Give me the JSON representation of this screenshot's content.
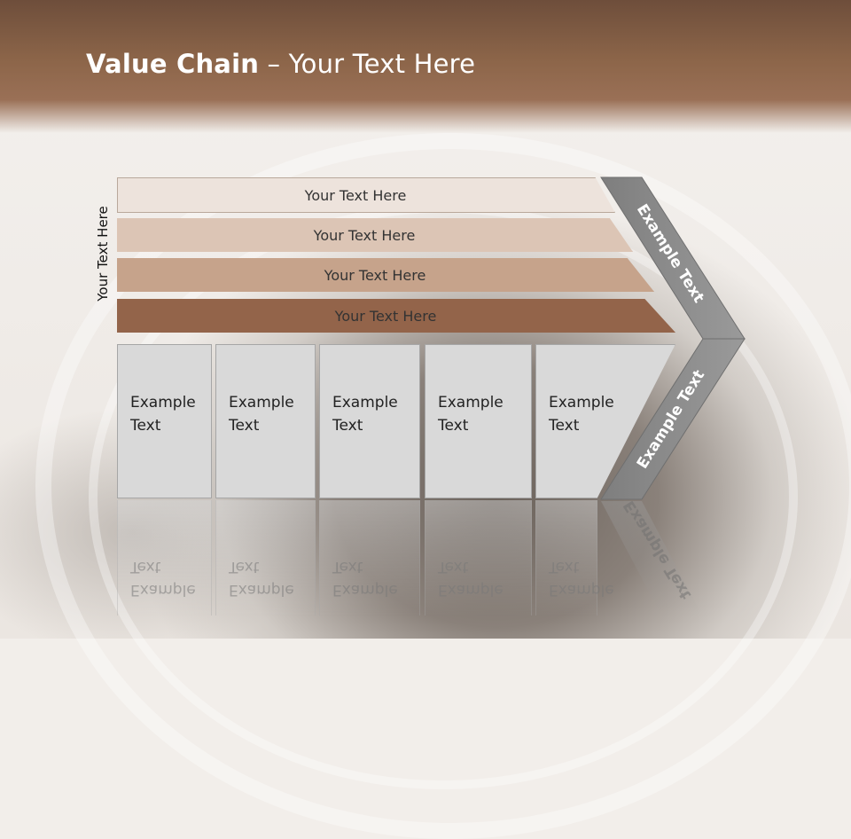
{
  "slide": {
    "title_bold": "Value Chain",
    "title_rest": " – Your Text Here",
    "vertical_label": "Your Text Here",
    "bands": [
      "Your Text Here",
      "Your Text Here",
      "Your Text Here",
      "Your Text Here"
    ],
    "columns": [
      {
        "line1": "Example",
        "line2": "Text"
      },
      {
        "line1": "Example",
        "line2": "Text"
      },
      {
        "line1": "Example",
        "line2": "Text"
      },
      {
        "line1": "Example",
        "line2": "Text"
      },
      {
        "line1": "Example",
        "line2": "Text"
      }
    ],
    "chevron_top_label": "Example Text",
    "chevron_bottom_label": "Example Text",
    "colors": {
      "header": "#8c6549",
      "band1": "#ede3dc",
      "band2": "#dcc5b5",
      "band3": "#c6a38b",
      "band4": "#93644a",
      "column": "#d9d9d9",
      "chevron": "#8c8c8c"
    }
  }
}
